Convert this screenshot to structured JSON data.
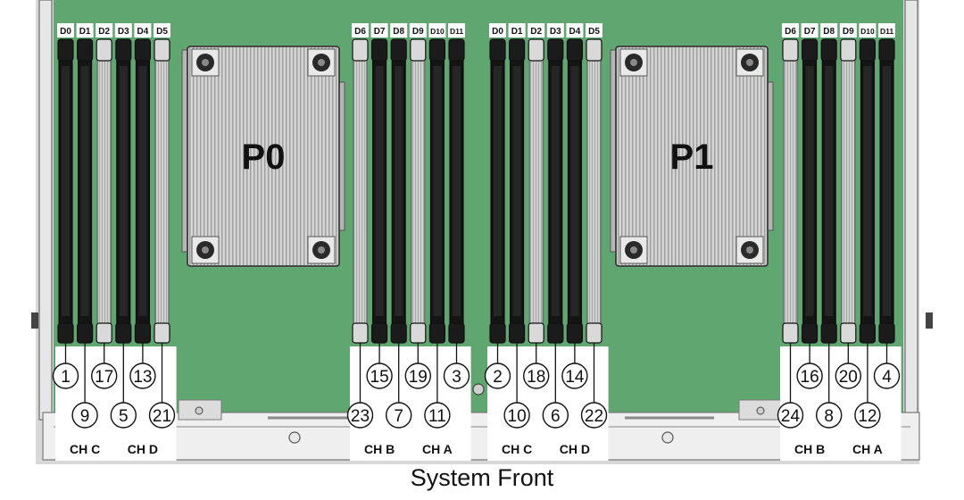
{
  "caption": "System Front",
  "colors": {
    "board": "#5fa670",
    "slot_populated": "#151515",
    "slot_empty": "#bfbfbf",
    "heatsink": "#c9c9c9",
    "tray": "#efefef"
  },
  "processors": [
    {
      "label": "P0"
    },
    {
      "label": "P1"
    }
  ],
  "groups": [
    {
      "slots": [
        {
          "label": "D0",
          "populated": true,
          "number": "1",
          "row": 1
        },
        {
          "label": "D1",
          "populated": true,
          "number": "9",
          "row": 2
        },
        {
          "label": "D2",
          "populated": false,
          "number": "17",
          "row": 1
        },
        {
          "label": "D3",
          "populated": true,
          "number": "5",
          "row": 2
        },
        {
          "label": "D4",
          "populated": true,
          "number": "13",
          "row": 1
        },
        {
          "label": "D5",
          "populated": false,
          "number": "21",
          "row": 2
        }
      ],
      "channels": [
        {
          "label": "CH C",
          "span": [
            0,
            2
          ]
        },
        {
          "label": "CH D",
          "span": [
            3,
            5
          ]
        }
      ]
    },
    {
      "slots": [
        {
          "label": "D6",
          "populated": false,
          "number": "23",
          "row": 2
        },
        {
          "label": "D7",
          "populated": true,
          "number": "15",
          "row": 1
        },
        {
          "label": "D8",
          "populated": true,
          "number": "7",
          "row": 2
        },
        {
          "label": "D9",
          "populated": false,
          "number": "19",
          "row": 1
        },
        {
          "label": "D10",
          "populated": true,
          "number": "11",
          "row": 2
        },
        {
          "label": "D11",
          "populated": true,
          "number": "3",
          "row": 1
        }
      ],
      "channels": [
        {
          "label": "CH B",
          "span": [
            0,
            2
          ]
        },
        {
          "label": "CH A",
          "span": [
            3,
            5
          ]
        }
      ]
    },
    {
      "slots": [
        {
          "label": "D0",
          "populated": true,
          "number": "2",
          "row": 1
        },
        {
          "label": "D1",
          "populated": true,
          "number": "10",
          "row": 2
        },
        {
          "label": "D2",
          "populated": false,
          "number": "18",
          "row": 1
        },
        {
          "label": "D3",
          "populated": true,
          "number": "6",
          "row": 2
        },
        {
          "label": "D4",
          "populated": true,
          "number": "14",
          "row": 1
        },
        {
          "label": "D5",
          "populated": false,
          "number": "22",
          "row": 2
        }
      ],
      "channels": [
        {
          "label": "CH C",
          "span": [
            0,
            2
          ]
        },
        {
          "label": "CH D",
          "span": [
            3,
            5
          ]
        }
      ]
    },
    {
      "slots": [
        {
          "label": "D6",
          "populated": false,
          "number": "24",
          "row": 2
        },
        {
          "label": "D7",
          "populated": true,
          "number": "16",
          "row": 1
        },
        {
          "label": "D8",
          "populated": true,
          "number": "8",
          "row": 2
        },
        {
          "label": "D9",
          "populated": false,
          "number": "20",
          "row": 1
        },
        {
          "label": "D10",
          "populated": true,
          "number": "12",
          "row": 2
        },
        {
          "label": "D11",
          "populated": true,
          "number": "4",
          "row": 1
        }
      ],
      "channels": [
        {
          "label": "CH B",
          "span": [
            0,
            2
          ]
        },
        {
          "label": "CH A",
          "span": [
            3,
            5
          ]
        }
      ]
    }
  ]
}
